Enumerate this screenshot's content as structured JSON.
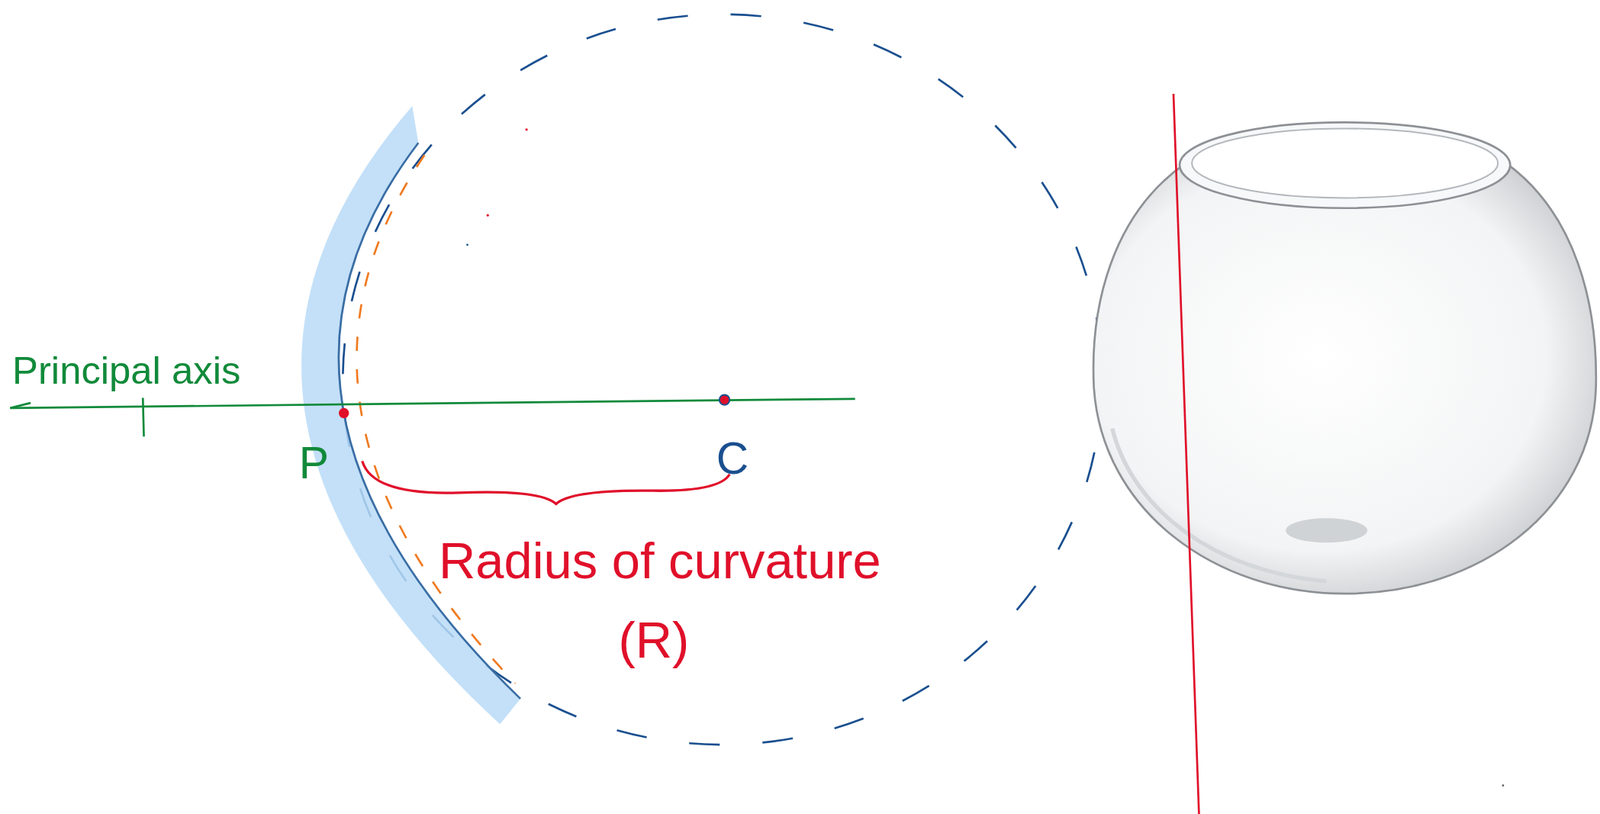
{
  "diagram": {
    "labels": [
      "Principal axis",
      "P",
      "C",
      "Radius of curvature",
      "(R)"
    ]
  }
}
